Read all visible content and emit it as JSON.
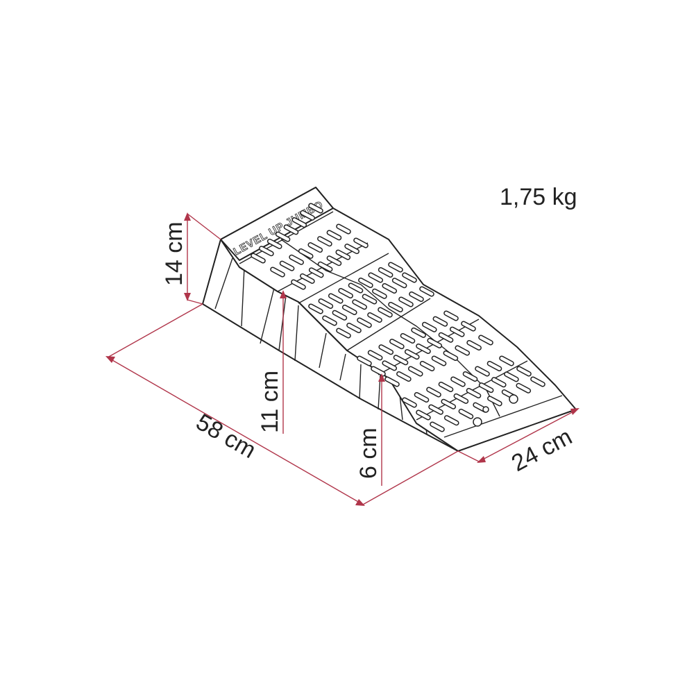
{
  "product": {
    "brand_text": "LEVEL UP JUMBO"
  },
  "weight": {
    "label": "1,75 kg"
  },
  "dimensions": {
    "height_max": "14 cm",
    "height_mid": "11 cm",
    "height_low": "6 cm",
    "length": "58 cm",
    "width": "24 cm"
  },
  "colors": {
    "dimension_line": "#b0354a",
    "outline": "#222222",
    "background": "#ffffff"
  }
}
